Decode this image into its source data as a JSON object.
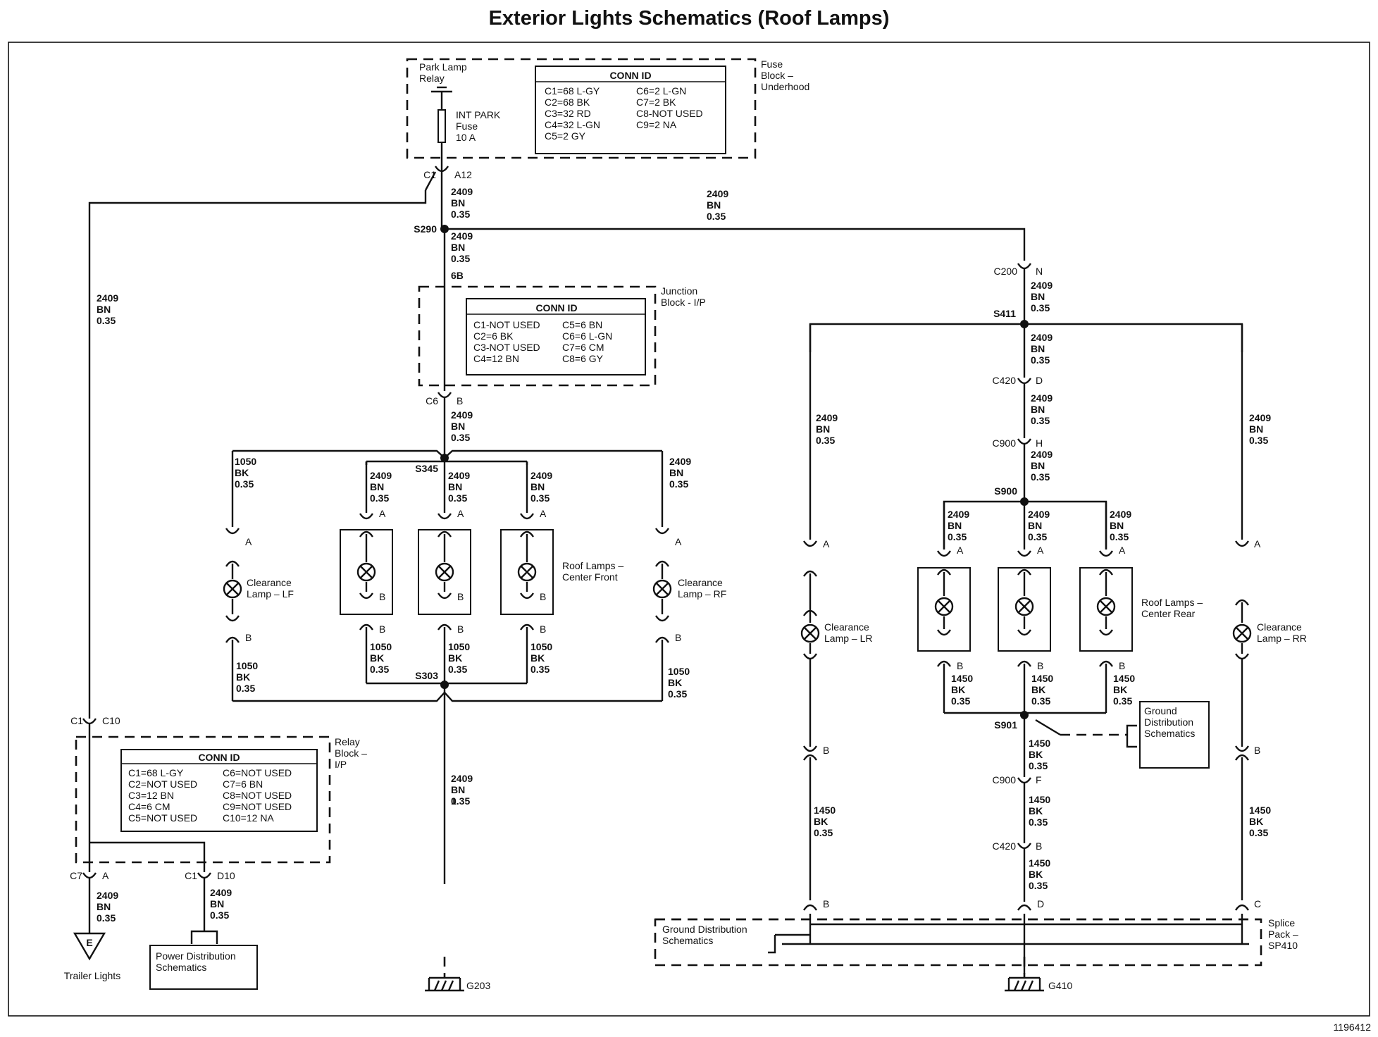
{
  "title": "Exterior Lights Schematics (Roof Lamps)",
  "doc_number": "1196412",
  "wire": {
    "circuit": "2409",
    "color": "BN",
    "gauge": "0.35"
  },
  "fuse_block": {
    "label": [
      "Fuse",
      "Block –",
      "Underhood"
    ],
    "relay_label": [
      "Park Lamp",
      "Relay"
    ],
    "fuse_label": [
      "INT PARK",
      "Fuse",
      "10 A"
    ],
    "conn_title": "CONN ID",
    "conn_left": [
      "C1=68 L-GY",
      "C2=68 BK",
      "C3=32 RD",
      "C4=32 L-GN",
      "C5=2 GY"
    ],
    "conn_right": [
      "C6=2 L-GN",
      "C7=2 BK",
      "C8-NOT USED",
      "C9=2 NA"
    ],
    "pin_conn": "C1",
    "pin": "A12"
  },
  "junction_block": {
    "label": [
      "Junction",
      "Block - I/P"
    ],
    "pin_top": "6B",
    "conn_title": "CONN ID",
    "conn_left": [
      "C1-NOT USED",
      "C2=6 BK",
      "C3-NOT USED",
      "C4=12 BN"
    ],
    "conn_right": [
      "C5=6 BN",
      "C6=6 L-GN",
      "C7=6 CM",
      "C8=6 GY"
    ],
    "pin_conn": "C6",
    "pin": "B"
  },
  "relay_block": {
    "label": [
      "Relay",
      "Block –",
      "I/P"
    ],
    "conn_title": "CONN ID",
    "conn_left": [
      "C1=68 L-GY",
      "C2=NOT USED",
      "C3=12 BN",
      "C4=6 CM",
      "C5=NOT USED"
    ],
    "conn_right": [
      "C6=NOT USED",
      "C7=6 BN",
      "C8=NOT USED",
      "C9=NOT USED",
      "C10=12 NA"
    ],
    "top_conn": "C1",
    "top_pin": "C10",
    "left_conn": "C7",
    "left_pin": "A",
    "right_conn": "C1",
    "right_pin": "D10"
  },
  "splices": {
    "s290": "S290",
    "s345": "S345",
    "s303": "S303",
    "s411": "S411",
    "s900": "S900",
    "s901": "S901"
  },
  "connectors": {
    "c200": "C200",
    "c200_pin": "N",
    "c420a": "C420",
    "c420a_pin": "D",
    "c900a": "C900",
    "c900a_pin": "H",
    "c900b": "C900",
    "c900b_pin": "F",
    "c420b": "C420",
    "c420b_pin": "B",
    "pin_a": "A",
    "pin_b": "B",
    "pin_c": "C",
    "pin_d": "D"
  },
  "wires": {
    "bk1050": "1050",
    "bk1450": "1450",
    "bk": "BK",
    "g035": "0.35",
    "g1": "1"
  },
  "lamps": {
    "clearance_lf": [
      "Clearance",
      "Lamp – LF"
    ],
    "clearance_rf": [
      "Clearance",
      "Lamp – RF"
    ],
    "roof_center_front": [
      "Roof Lamps –",
      "Center Front"
    ],
    "clearance_lr": [
      "Clearance",
      "Lamp – LR"
    ],
    "clearance_rr": [
      "Clearance",
      "Lamp – RR"
    ],
    "roof_center_rear": [
      "Roof Lamps –",
      "Center Rear"
    ]
  },
  "grounds": {
    "g203": "G203",
    "g410": "G410"
  },
  "refs": {
    "trailer_letter": "E",
    "trailer_lights": "Trailer Lights",
    "power_dist": [
      "Power Distribution",
      "Schematics"
    ],
    "ground_dist_right": [
      "Ground",
      "Distribution",
      "Schematics"
    ],
    "ground_dist_bottom": [
      "Ground Distribution",
      "Schematics"
    ],
    "splice_pack": [
      "Splice",
      "Pack –",
      "SP410"
    ]
  }
}
